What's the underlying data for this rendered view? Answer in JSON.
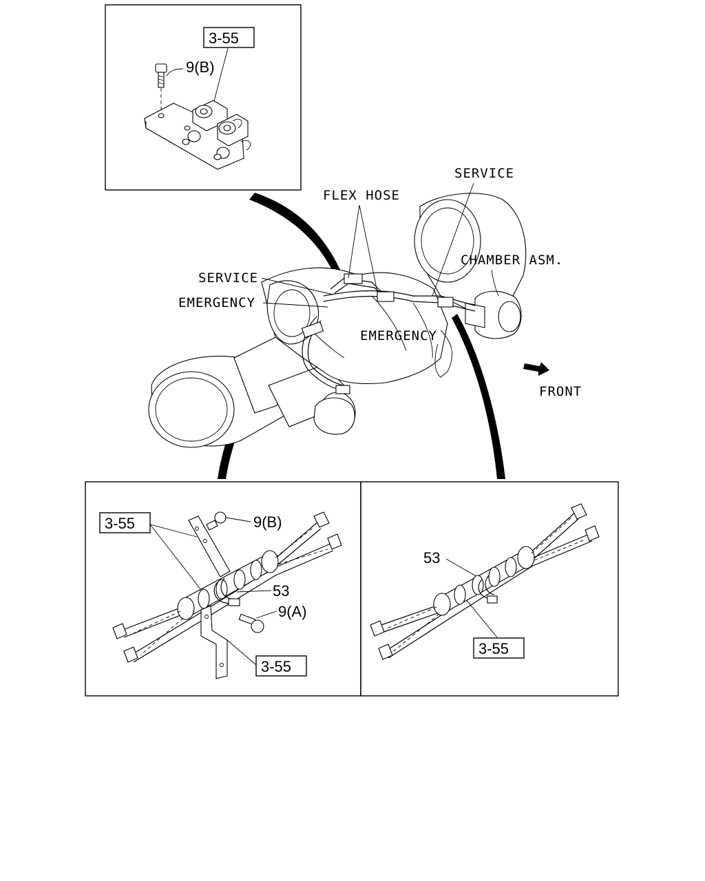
{
  "labels": {
    "flex_hose": "FLEX HOSE",
    "service_top": "SERVICE",
    "service_left": "SERVICE",
    "emergency_left": "EMERGENCY",
    "emergency_center": "EMERGENCY",
    "chamber_asm": "CHAMBER ASM.",
    "front": "FRONT"
  },
  "callouts": {
    "inset_top": {
      "ref": "3-55",
      "bolt": "9(B)"
    },
    "inset_bottom_left": {
      "ref_top": "3-55",
      "bolt_top": "9(B)",
      "clip": "53",
      "bolt_bottom": "9(A)",
      "ref_bottom": "3-55"
    },
    "inset_bottom_right": {
      "clip": "53",
      "ref": "3-55"
    }
  }
}
